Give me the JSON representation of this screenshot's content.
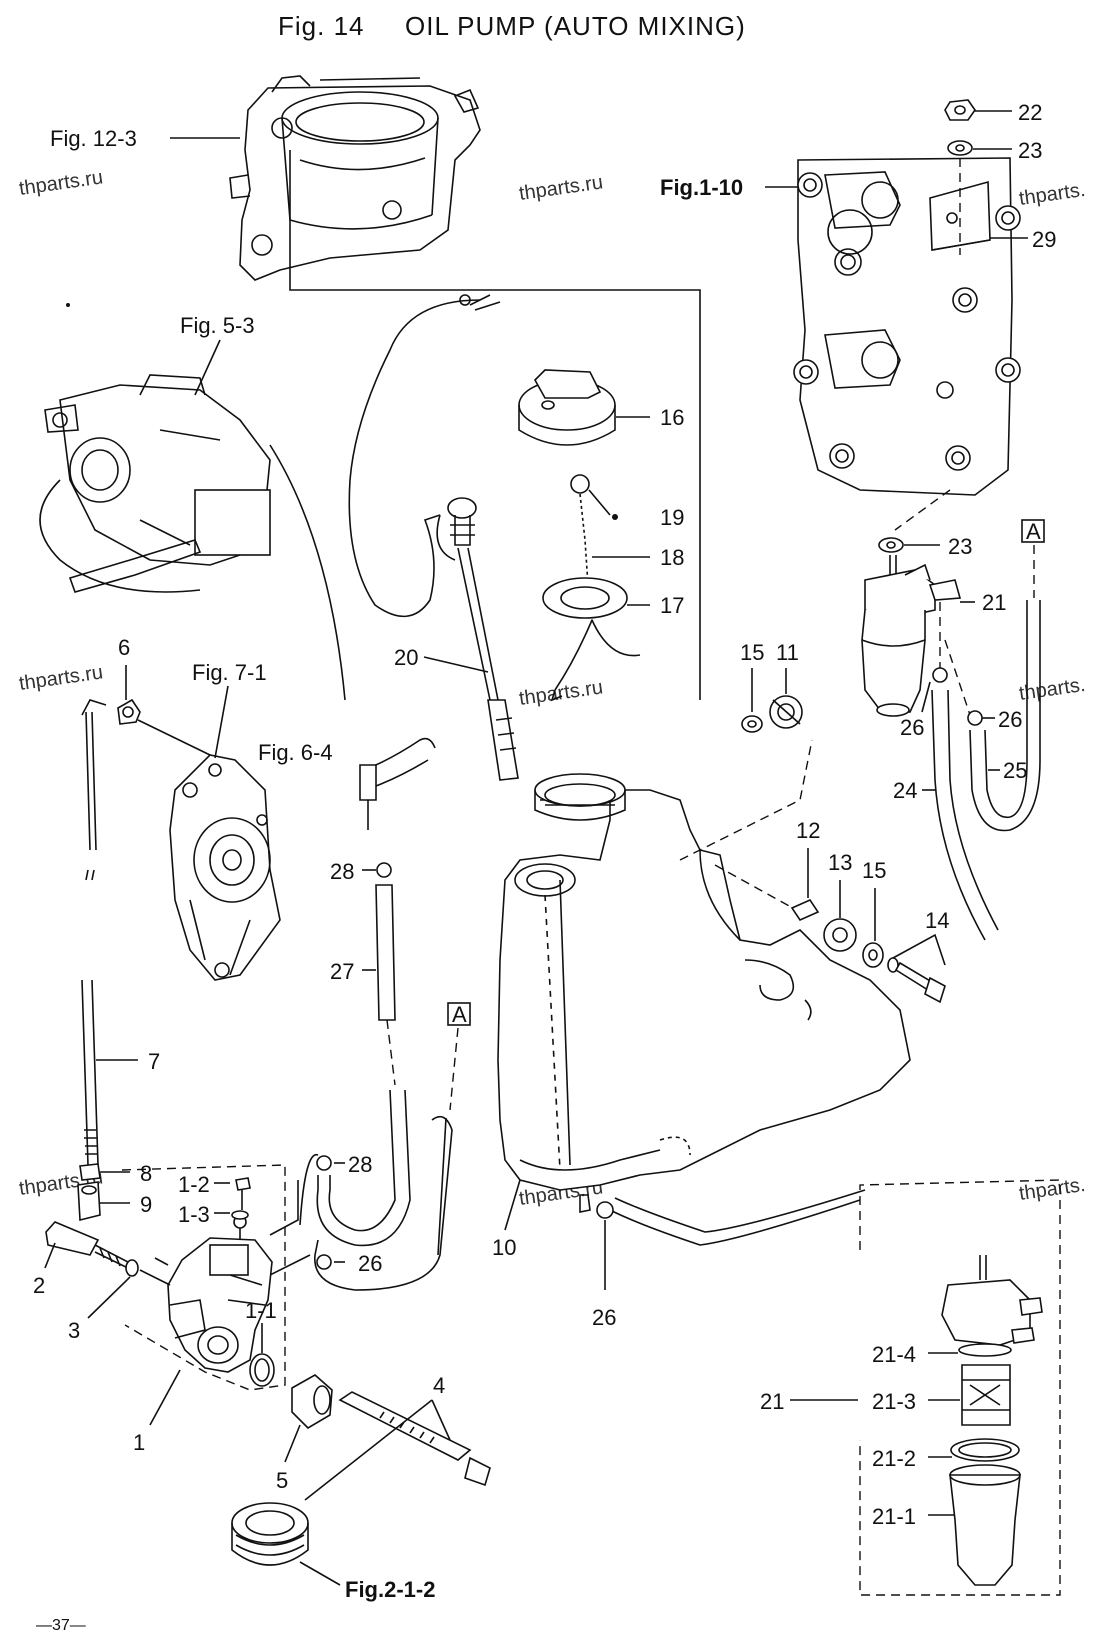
{
  "figure": {
    "title_fig": "Fig. 14",
    "title": "OIL PUMP (AUTO MIXING)",
    "page_number": "—37—"
  },
  "watermark": "thparts.ru",
  "watermark_cut": "thparts.",
  "connector": "A",
  "refs": {
    "r12_3": "Fig. 12-3",
    "r5_3": "Fig. 5-3",
    "r7_1": "Fig. 7-1",
    "r6_4": "Fig. 6-4",
    "r1_10": "Fig.1-10",
    "r2_1_2": "Fig.2-1-2"
  },
  "labels": {
    "p1": "1",
    "p1_1": "1-1",
    "p1_2": "1-2",
    "p1_3": "1-3",
    "p2": "2",
    "p3": "3",
    "p4": "4",
    "p5": "5",
    "p6": "6",
    "p7": "7",
    "p8": "8",
    "p9": "9",
    "p10": "10",
    "p11": "11",
    "p12": "12",
    "p13": "13",
    "p14": "14",
    "p15": "15",
    "p16": "16",
    "p17": "17",
    "p18": "18",
    "p19": "19",
    "p20": "20",
    "p21": "21",
    "p21_1": "21-1",
    "p21_2": "21-2",
    "p21_3": "21-3",
    "p21_4": "21-4",
    "p22": "22",
    "p23": "23",
    "p24": "24",
    "p25": "25",
    "p26": "26",
    "p27": "27",
    "p28": "28",
    "p29": "29"
  }
}
